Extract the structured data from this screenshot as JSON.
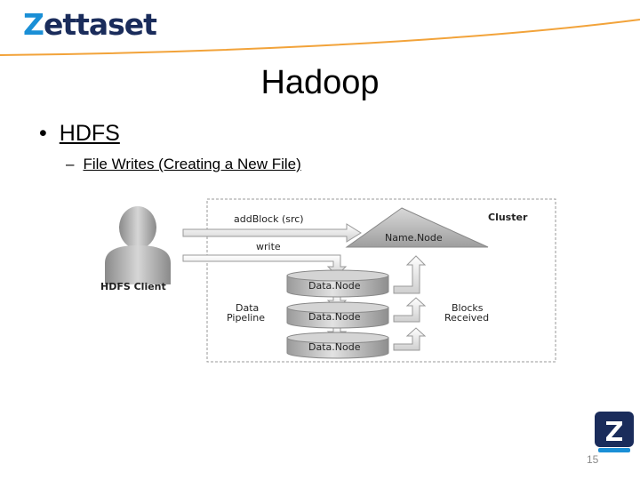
{
  "logo": {
    "brand_first": "Z",
    "brand_rest": "ettaset"
  },
  "slide": {
    "title": "Hadoop",
    "bullet_1": "HDFS",
    "bullet_2_marker": "–",
    "bullet_2": "File Writes (Creating a New File)",
    "page_number": "15"
  },
  "diagram": {
    "client_label": "HDFS Client",
    "cluster_label": "Cluster",
    "namenode_label": "Name.Node",
    "add_block_label": "addBlock (src)",
    "write_label": "write",
    "datanode_labels": [
      "Data.Node",
      "Data.Node",
      "Data.Node"
    ],
    "pipeline_label_line1": "Data",
    "pipeline_label_line2": "Pipeline",
    "blocks_label_line1": "Blocks",
    "blocks_label_line2": "Received"
  },
  "colors": {
    "brand_navy": "#1a2c5b",
    "brand_blue": "#1a8fd6",
    "accent_orange": "#f2a33a"
  },
  "icons": [
    "user-silhouette-icon",
    "zettaset-corner-icon"
  ]
}
